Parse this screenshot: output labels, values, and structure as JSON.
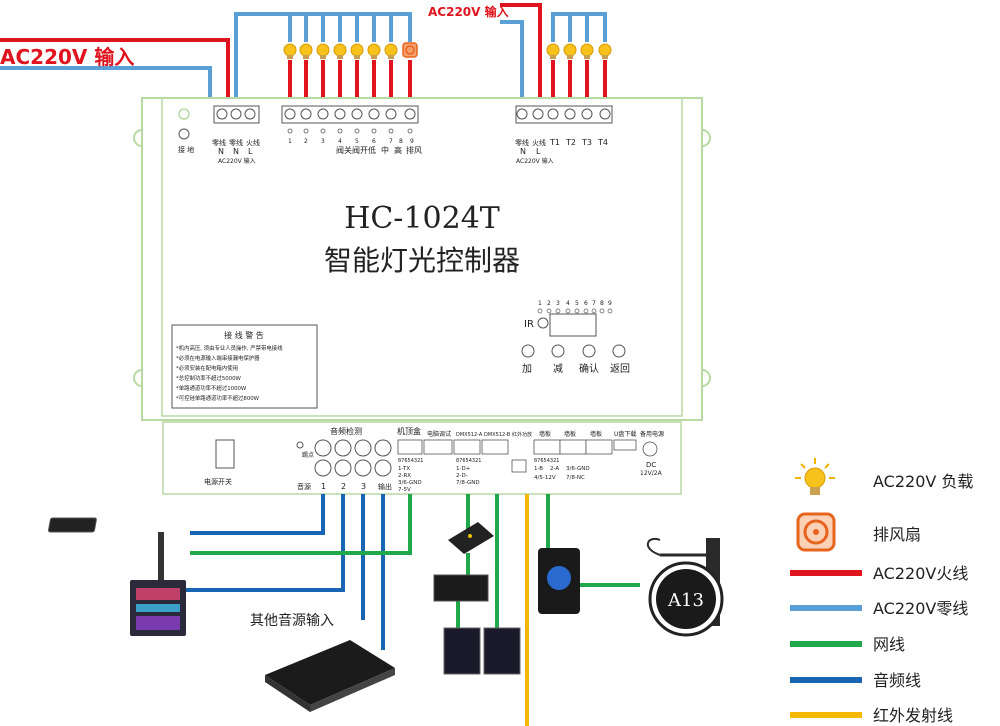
{
  "top": {
    "ac_input_left": "AC220V 输入",
    "ac_input_right": "AC220V 输入"
  },
  "panel": {
    "model": "HC-1024T",
    "name": "智能灯光控制器",
    "ground_label": "接 地",
    "left_terminal_labels": [
      "零线",
      "零线",
      "火线"
    ],
    "left_terminal_letters": [
      "N",
      "N",
      "L"
    ],
    "left_terminal_sub": "AC220V 输入",
    "mid_terminal_numbers": [
      "1",
      "2",
      "3",
      "4",
      "5",
      "6",
      "7",
      "8",
      "9"
    ],
    "mid_terminal_names": [
      "阀关",
      "阀开",
      "低",
      "中",
      "高",
      "排风"
    ],
    "right_terminal_labels": [
      "零线",
      "火线",
      "T1",
      "T2",
      "T3",
      "T4"
    ],
    "right_terminal_letters": [
      "N",
      "L"
    ],
    "right_terminal_sub": "AC220V 输入",
    "ir_label": "IR",
    "ir_numbers": [
      "1",
      "2",
      "3",
      "4",
      "5",
      "6",
      "7",
      "8",
      "9"
    ],
    "buttons": [
      "加",
      "减",
      "确认",
      "返回"
    ],
    "warning": {
      "title": "接 线 警 告",
      "lines": [
        "*机内高压, 须由专业人员操作, 严禁带电接线",
        "*必须在电源输入端串接漏电保护器",
        "*必须安装在配电箱内使用",
        "*总控制功率不超过5000W",
        "*单路通道功率不超过1000W",
        "*可控硅单路通道功率不超过800W"
      ]
    }
  },
  "bottom_panel": {
    "power_switch": "电源开关",
    "audio_detect": "音频检测",
    "tie_point": "踢点",
    "audio_labels": [
      "音源",
      "1",
      "2",
      "3",
      "输出"
    ],
    "stb": "机顶盒",
    "pc_debug": "电脑调试",
    "dmx_a": "DMX512-A",
    "dmx_b": "DMX512-B",
    "ir_func": "红外功放",
    "wall_panels": [
      "墙板",
      "墙板",
      "墙板"
    ],
    "usb": "U盘下载",
    "backup_power": "备用电源",
    "dc": "DC",
    "dc_spec": "12V/2A",
    "pin_code": "87654321",
    "stb_pins": [
      "1-TX",
      "2-RX",
      "3/6-GND",
      "7-5V"
    ],
    "dmx_pins": [
      "1-D+",
      "2-D-",
      "7/8-GND"
    ],
    "wall_pins": [
      "1-B",
      "2-A",
      "3/6-GND",
      "4/5-12V",
      "7/8-NC"
    ]
  },
  "labels": {
    "other_audio": "其他音源输入"
  },
  "legend": [
    {
      "label": "AC220V 负载",
      "kind": "bulb",
      "color": "#f0b400"
    },
    {
      "label": "排风扇",
      "kind": "fan",
      "color": "#e8641c"
    },
    {
      "label": "AC220V火线",
      "kind": "line",
      "color": "#e0141e"
    },
    {
      "label": "AC220V零线",
      "kind": "line",
      "color": "#5a9fd6"
    },
    {
      "label": "网线",
      "kind": "line",
      "color": "#20a84a"
    },
    {
      "label": "音频线",
      "kind": "line",
      "color": "#1a64b4"
    },
    {
      "label": "红外发射线",
      "kind": "line",
      "color": "#f5b800"
    }
  ],
  "colors": {
    "live": "#e0141e",
    "neutral": "#5a9fd6",
    "network": "#20a84a",
    "audio": "#1a64b4",
    "ir": "#f5b800",
    "panel_border": "#b9d9a2"
  }
}
